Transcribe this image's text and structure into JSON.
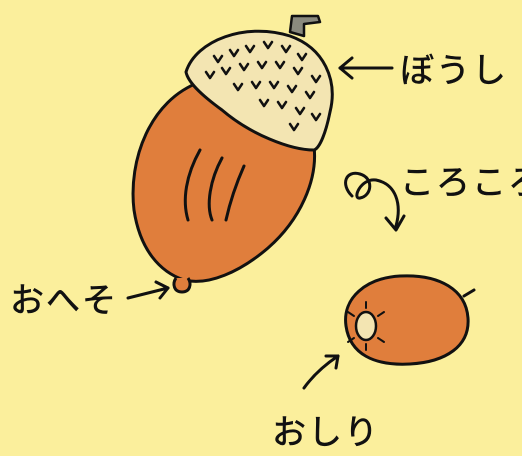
{
  "labels": {
    "cap": "ぼうし",
    "rolling": "ころころ",
    "navel": "おへそ",
    "bottom": "おしり"
  },
  "colors": {
    "background": "#fbef9c",
    "acorn_body": "#e07e3c",
    "acorn_cap": "#f3e5b2",
    "stem": "#8a8a7e",
    "ink": "#111111"
  },
  "icons": {
    "arrows": "hand-drawn-arrow-icon"
  }
}
